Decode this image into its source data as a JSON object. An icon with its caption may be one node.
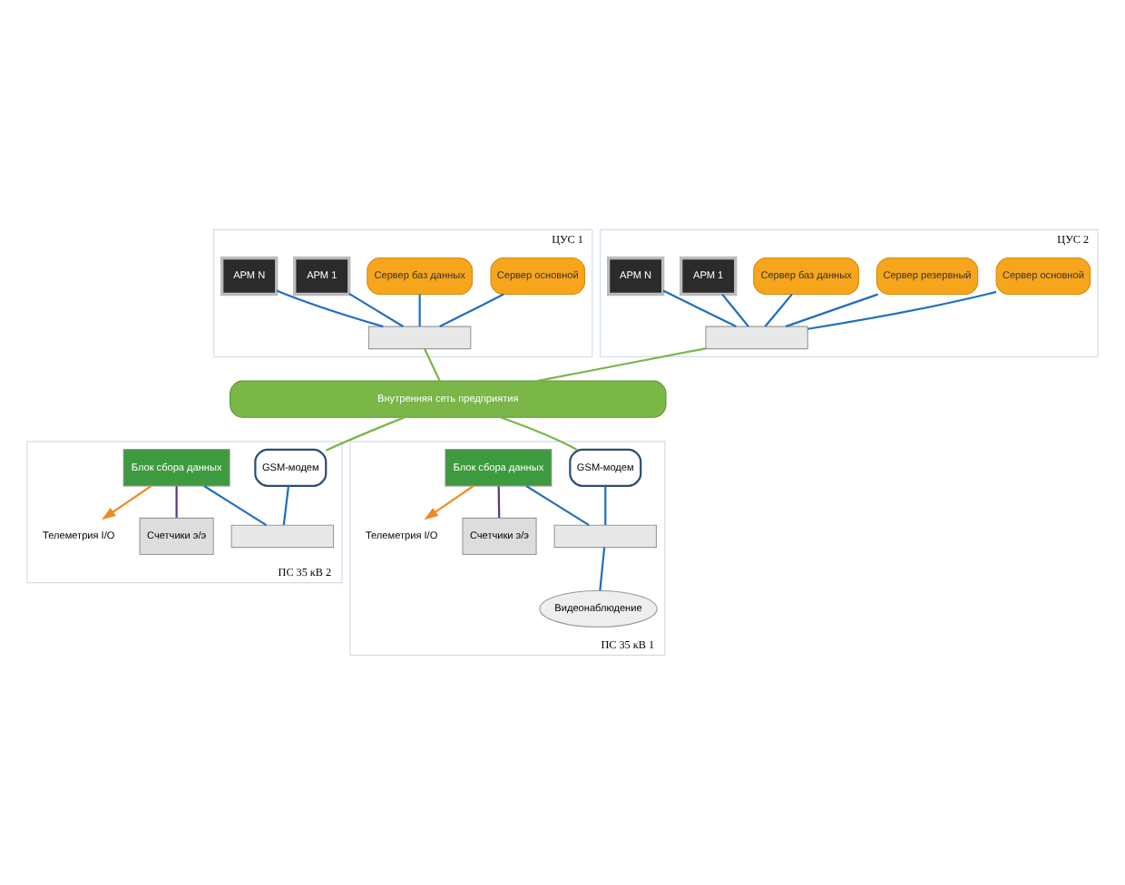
{
  "diagram": {
    "nodes": [
      {
        "text": [
          "ЦУС 1"
        ]
      },
      {
        "text": [
          "Сервер основной"
        ],
        "in": 0
      },
      {
        "text": [
          "Сервер баз данных"
        ],
        "in": 0
      },
      {
        "text": [
          "АРМ 1"
        ],
        "in": 0
      },
      {
        "text": [
          "АРМ N"
        ],
        "in": 0
      },
      {
        "text": [],
        "shape": "box",
        "in": 0
      },
      {
        "text": [
          "ЦУС 2"
        ]
      },
      {
        "text": [
          "Сервер основной"
        ],
        "in": 6
      },
      {
        "text": [
          "Сервер резервный"
        ],
        "in": 6
      },
      {
        "text": [
          "Сервер баз данных"
        ],
        "in": 6
      },
      {
        "text": [
          "АРМ 1"
        ],
        "in": 6
      },
      {
        "text": [
          "АРМ N"
        ],
        "in": 6
      },
      {
        "text": [],
        "shape": "box",
        "in": 6
      },
      {
        "text": [
          "Внутренняя сеть предприятия"
        ]
      },
      {
        "text": [
          "ПС 35 кВ 2"
        ]
      },
      {
        "text": [
          "Телеметрия I/O"
        ],
        "in": 14
      },
      {
        "text": [
          "GSM-модем"
        ],
        "in": 14
      },
      {
        "text": [
          "Блок сбора данных"
        ],
        "in": 14
      },
      {
        "text": [],
        "shape": "box",
        "in": 14
      },
      {
        "text": [
          "Счетчики э/э"
        ],
        "in": 14
      },
      {
        "text": [
          "ПС 35 кВ 1"
        ]
      },
      {
        "text": [
          "Телеметрия I/O"
        ],
        "in": 20
      },
      {
        "text": [
          "GSM-модем"
        ],
        "in": 20
      },
      {
        "text": [
          "Видеонаблюдение"
        ],
        "in": 20
      },
      {
        "text": [
          "Блок сбора данных"
        ],
        "in": 20
      },
      {
        "text": [],
        "shape": "box",
        "in": 20
      },
      {
        "text": [
          "Счетчики э/э"
        ],
        "in": 20
      }
    ],
    "edges": [
      {
        "from": 1,
        "to": 5,
        "arrow": "none"
      },
      {
        "from": 2,
        "to": 5,
        "arrow": "none"
      },
      {
        "from": 3,
        "to": 5,
        "arrow": "none"
      },
      {
        "from": 4,
        "to": 5,
        "arrow": "none"
      },
      {
        "from": 7,
        "to": 12,
        "arrow": "none"
      },
      {
        "from": 8,
        "to": 12,
        "arrow": "none"
      },
      {
        "from": 9,
        "to": 12,
        "arrow": "none"
      },
      {
        "from": 10,
        "to": 12,
        "arrow": "none"
      },
      {
        "from": 11,
        "to": 12,
        "arrow": "none"
      },
      {
        "from": 5,
        "to": 13,
        "arrow": "none",
        "color": "#7ab648"
      },
      {
        "from": 12,
        "to": 13,
        "arrow": "none",
        "color": "#7ab648"
      },
      {
        "from": 13,
        "to": 16,
        "arrow": "none",
        "color": "#7ab648"
      },
      {
        "from": 13,
        "to": 22,
        "arrow": "none",
        "color": "#7ab648"
      },
      {
        "from": 16,
        "to": 18,
        "arrow": "none"
      },
      {
        "from": 17,
        "to": 15,
        "arrow": "to",
        "color": "#f08a24"
      },
      {
        "from": 17,
        "to": 18,
        "arrow": "none"
      },
      {
        "from": 17,
        "to": 19,
        "arrow": "none",
        "color": "#5b3a7e"
      },
      {
        "from": 22,
        "to": 25,
        "arrow": "none"
      },
      {
        "from": 24,
        "to": 21,
        "arrow": "to",
        "color": "#f08a24"
      },
      {
        "from": 24,
        "to": 25,
        "arrow": "none"
      },
      {
        "from": 25,
        "to": 23,
        "arrow": "none"
      },
      {
        "from": 24,
        "to": 26,
        "arrow": "none",
        "color": "#5b3a7e"
      }
    ]
  }
}
